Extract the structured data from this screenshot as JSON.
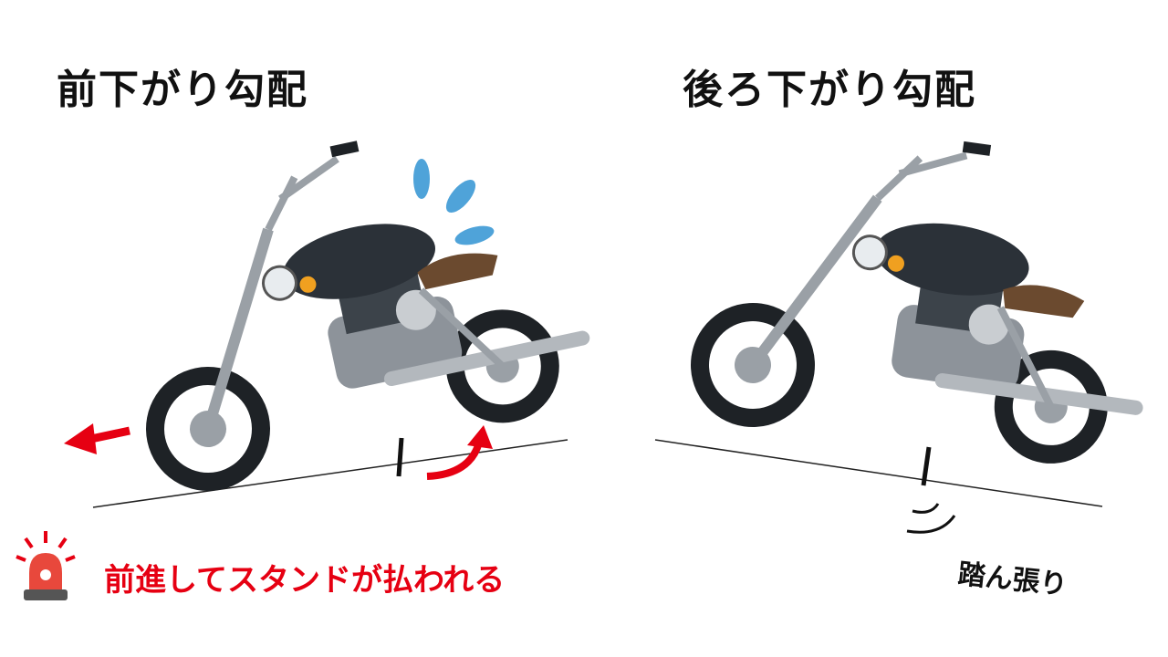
{
  "left_panel": {
    "title": "前下がり勾配",
    "warning": "前進してスタンドが払われる"
  },
  "right_panel": {
    "title": "後ろ下がり勾配",
    "label": "踏ん張り"
  },
  "colors": {
    "warning": "#e60012",
    "sweat": "#4fa3d9",
    "tank": "#2b3138",
    "seat": "#6b4a2f"
  },
  "icons": [
    "siren-icon",
    "arrow-left-icon",
    "arrow-curve-icon",
    "sweat-drops-icon"
  ]
}
